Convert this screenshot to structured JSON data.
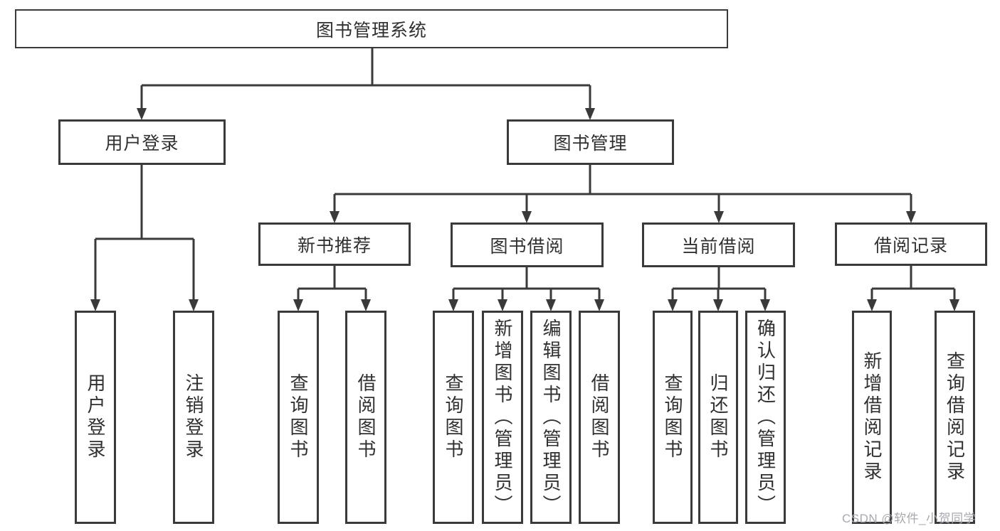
{
  "diagram_title": "图书管理系统",
  "nodes": [
    {
      "id": "root",
      "label": "图书管理系统",
      "level": 1,
      "parent": null
    },
    {
      "id": "user-login",
      "label": "用户登录",
      "level": 2,
      "parent": "root"
    },
    {
      "id": "book-mgmt",
      "label": "图书管理",
      "level": 2,
      "parent": "root"
    },
    {
      "id": "new-book-rec",
      "label": "新书推荐",
      "level": 3,
      "parent": "book-mgmt"
    },
    {
      "id": "book-borrow",
      "label": "图书借阅",
      "level": 3,
      "parent": "book-mgmt"
    },
    {
      "id": "current-borrow",
      "label": "当前借阅",
      "level": 3,
      "parent": "book-mgmt"
    },
    {
      "id": "borrow-records",
      "label": "借阅记录",
      "level": 3,
      "parent": "book-mgmt"
    },
    {
      "id": "leaf-user-login",
      "label": "用户登录",
      "level": 4,
      "parent": "user-login"
    },
    {
      "id": "leaf-logout",
      "label": "注销登录",
      "level": 4,
      "parent": "user-login"
    },
    {
      "id": "leaf-nb-query",
      "label": "查询图书",
      "level": 4,
      "parent": "new-book-rec"
    },
    {
      "id": "leaf-nb-borrow",
      "label": "借阅图书",
      "level": 4,
      "parent": "new-book-rec"
    },
    {
      "id": "leaf-bb-query",
      "label": "查询图书",
      "level": 4,
      "parent": "book-borrow"
    },
    {
      "id": "leaf-bb-add",
      "label": "新增图书（管理员）",
      "level": 4,
      "parent": "book-borrow"
    },
    {
      "id": "leaf-bb-edit",
      "label": "编辑图书（管理员）",
      "level": 4,
      "parent": "book-borrow"
    },
    {
      "id": "leaf-bb-borrow",
      "label": "借阅图书",
      "level": 4,
      "parent": "book-borrow"
    },
    {
      "id": "leaf-cb-query",
      "label": "查询图书",
      "level": 4,
      "parent": "current-borrow"
    },
    {
      "id": "leaf-cb-return",
      "label": "归还图书",
      "level": 4,
      "parent": "current-borrow"
    },
    {
      "id": "leaf-cb-confirm",
      "label": "确认归还（管理员）",
      "level": 4,
      "parent": "current-borrow"
    },
    {
      "id": "leaf-br-add",
      "label": "新增借阅记录",
      "level": 4,
      "parent": "borrow-records"
    },
    {
      "id": "leaf-br-query",
      "label": "查询借阅记录",
      "level": 4,
      "parent": "borrow-records"
    }
  ],
  "edges": [
    [
      "root",
      "user-login"
    ],
    [
      "root",
      "book-mgmt"
    ],
    [
      "user-login",
      "leaf-user-login"
    ],
    [
      "user-login",
      "leaf-logout"
    ],
    [
      "book-mgmt",
      "new-book-rec"
    ],
    [
      "book-mgmt",
      "book-borrow"
    ],
    [
      "book-mgmt",
      "current-borrow"
    ],
    [
      "book-mgmt",
      "borrow-records"
    ],
    [
      "new-book-rec",
      "leaf-nb-query"
    ],
    [
      "new-book-rec",
      "leaf-nb-borrow"
    ],
    [
      "book-borrow",
      "leaf-bb-query"
    ],
    [
      "book-borrow",
      "leaf-bb-add"
    ],
    [
      "book-borrow",
      "leaf-bb-edit"
    ],
    [
      "book-borrow",
      "leaf-bb-borrow"
    ],
    [
      "current-borrow",
      "leaf-cb-query"
    ],
    [
      "current-borrow",
      "leaf-cb-return"
    ],
    [
      "current-borrow",
      "leaf-cb-confirm"
    ],
    [
      "borrow-records",
      "leaf-br-add"
    ],
    [
      "borrow-records",
      "leaf-br-query"
    ]
  ],
  "colors": {
    "line": "#3a3a3a",
    "box_border": "#3a3a3a",
    "text": "#303030",
    "watermark": "#a8a8ae",
    "background": "#ffffff"
  },
  "watermark": {
    "text": "CSDN @软件_小贺同学"
  }
}
